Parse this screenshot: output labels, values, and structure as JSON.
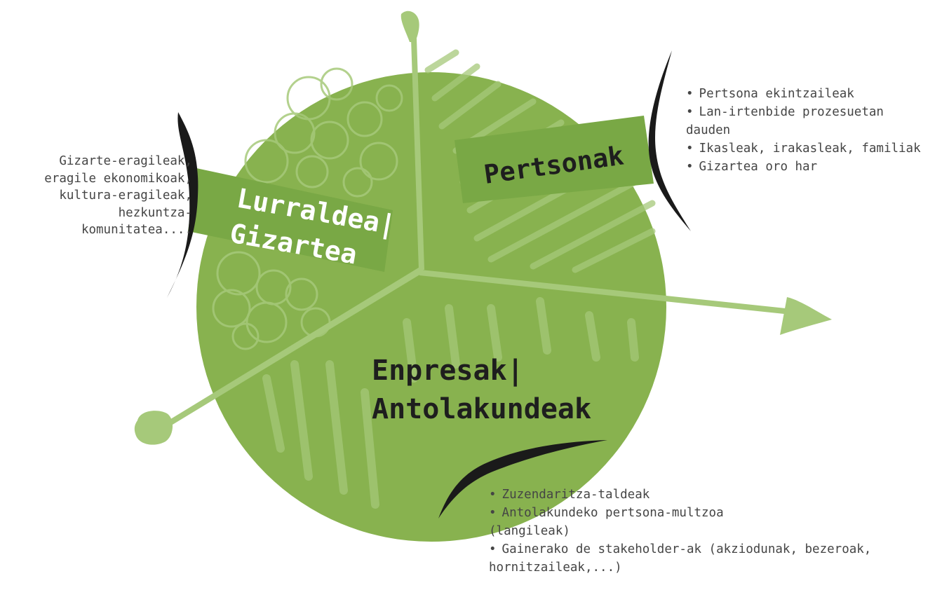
{
  "sections": {
    "lurraldea": {
      "title_line1": "Lurraldea|",
      "title_line2": "Gizartea",
      "description": "Gizarte-eragileak,\neragile ekonomikoak,\nkultura-eragileak,\nhezkuntza-\nkomunitatea...."
    },
    "pertsonak": {
      "title": "Pertsonak",
      "items": [
        "Pertsona ekintzaileak",
        "Lan-irtenbide prozesuetan\ndauden",
        "Ikasleak, irakasleak, familiak",
        "Gizartea oro har"
      ]
    },
    "enpresak": {
      "title_line1": "Enpresak|",
      "title_line2": "Antolakundeak",
      "items": [
        "Zuzendaritza-taldeak",
        "Antolakundeko pertsona-multzoa\n(langileak)",
        "Gainerako de stakeholder-ak (akziodunak, bezeroak,\nhornitzaileak,...)"
      ]
    }
  },
  "bullet": "•",
  "colors": {
    "circle": "#88b24f",
    "light_green": "#a6c97a",
    "banner": "#79a845",
    "title_white": "#ffffff",
    "title_dark": "#1e1e1e",
    "ink": "#1a1a1a"
  }
}
